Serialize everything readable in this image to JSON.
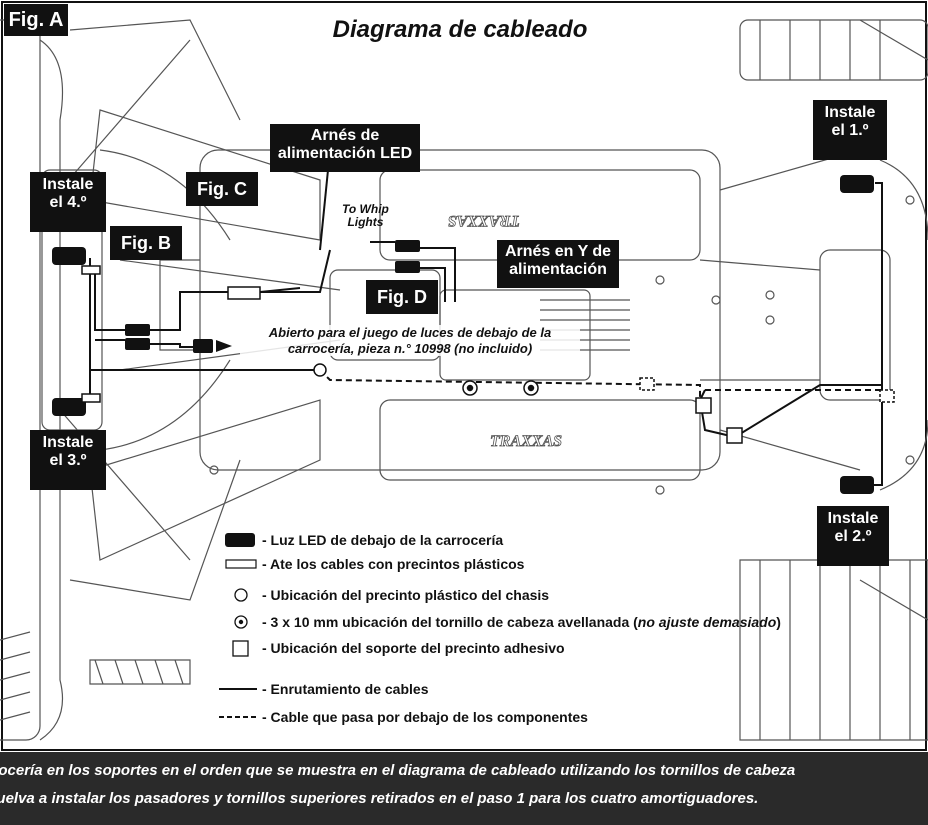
{
  "figure_tag": "Fig. A",
  "title": "Diagrama de cableado",
  "callouts": {
    "install_1": [
      "Instale",
      "el 1.º"
    ],
    "install_2": [
      "Instale",
      "el 2.º"
    ],
    "install_3": [
      "Instale",
      "el 3.º"
    ],
    "install_4": [
      "Instale",
      "el 4.º"
    ],
    "fig_b": "Fig. B",
    "fig_c": "Fig. C",
    "fig_d": "Fig. D",
    "led_harness": [
      "Arnés de",
      "alimentación LED"
    ],
    "y_harness": [
      "Arnés en Y de",
      "alimentación"
    ]
  },
  "notes": {
    "to_whip_lights": [
      "To Whip",
      "Lights"
    ],
    "open_for_kit": [
      "Abierto para el juego de luces de debajo de la",
      "carrocería, pieza n.° 10998 (no incluido)"
    ]
  },
  "brand_decals": [
    "TRAXXAS",
    "TRAXXAS"
  ],
  "legend": [
    {
      "symbol": "led-light",
      "text": "- Luz LED de debajo de la carrocería"
    },
    {
      "symbol": "zip-tie",
      "text": "- Ate los cables con precintos plásticos"
    },
    {
      "symbol": "chassis-zip-location",
      "text": "- Ubicación del precinto plástico del chasis"
    },
    {
      "symbol": "countersunk-screw",
      "text": "- 3 x 10 mm ubicación del tornillo de cabeza avellanada (",
      "emphasis": "no ajuste demasiado",
      "suffix": ")"
    },
    {
      "symbol": "adhesive-mount",
      "text": "- Ubicación del soporte del precinto adhesivo"
    },
    {
      "symbol": "solid-line",
      "text": "- Enrutamiento de cables"
    },
    {
      "symbol": "dashed-line",
      "text": "- Cable que pasa por debajo de los componentes"
    }
  ],
  "footer": {
    "line1": "carrocería en los soportes en el orden que se muestra en el diagrama de cableado utilizando los tornillos de cabeza",
    "line2": "s. Vuelva a instalar los pasadores y tornillos superiores retirados en el paso 1 para los cuatro amortiguadores."
  },
  "colors": {
    "label_bg": "#111111",
    "label_text": "#ffffff",
    "line": "#111111",
    "chassis": "#555555",
    "footer_bg": "#2a2a2a"
  }
}
